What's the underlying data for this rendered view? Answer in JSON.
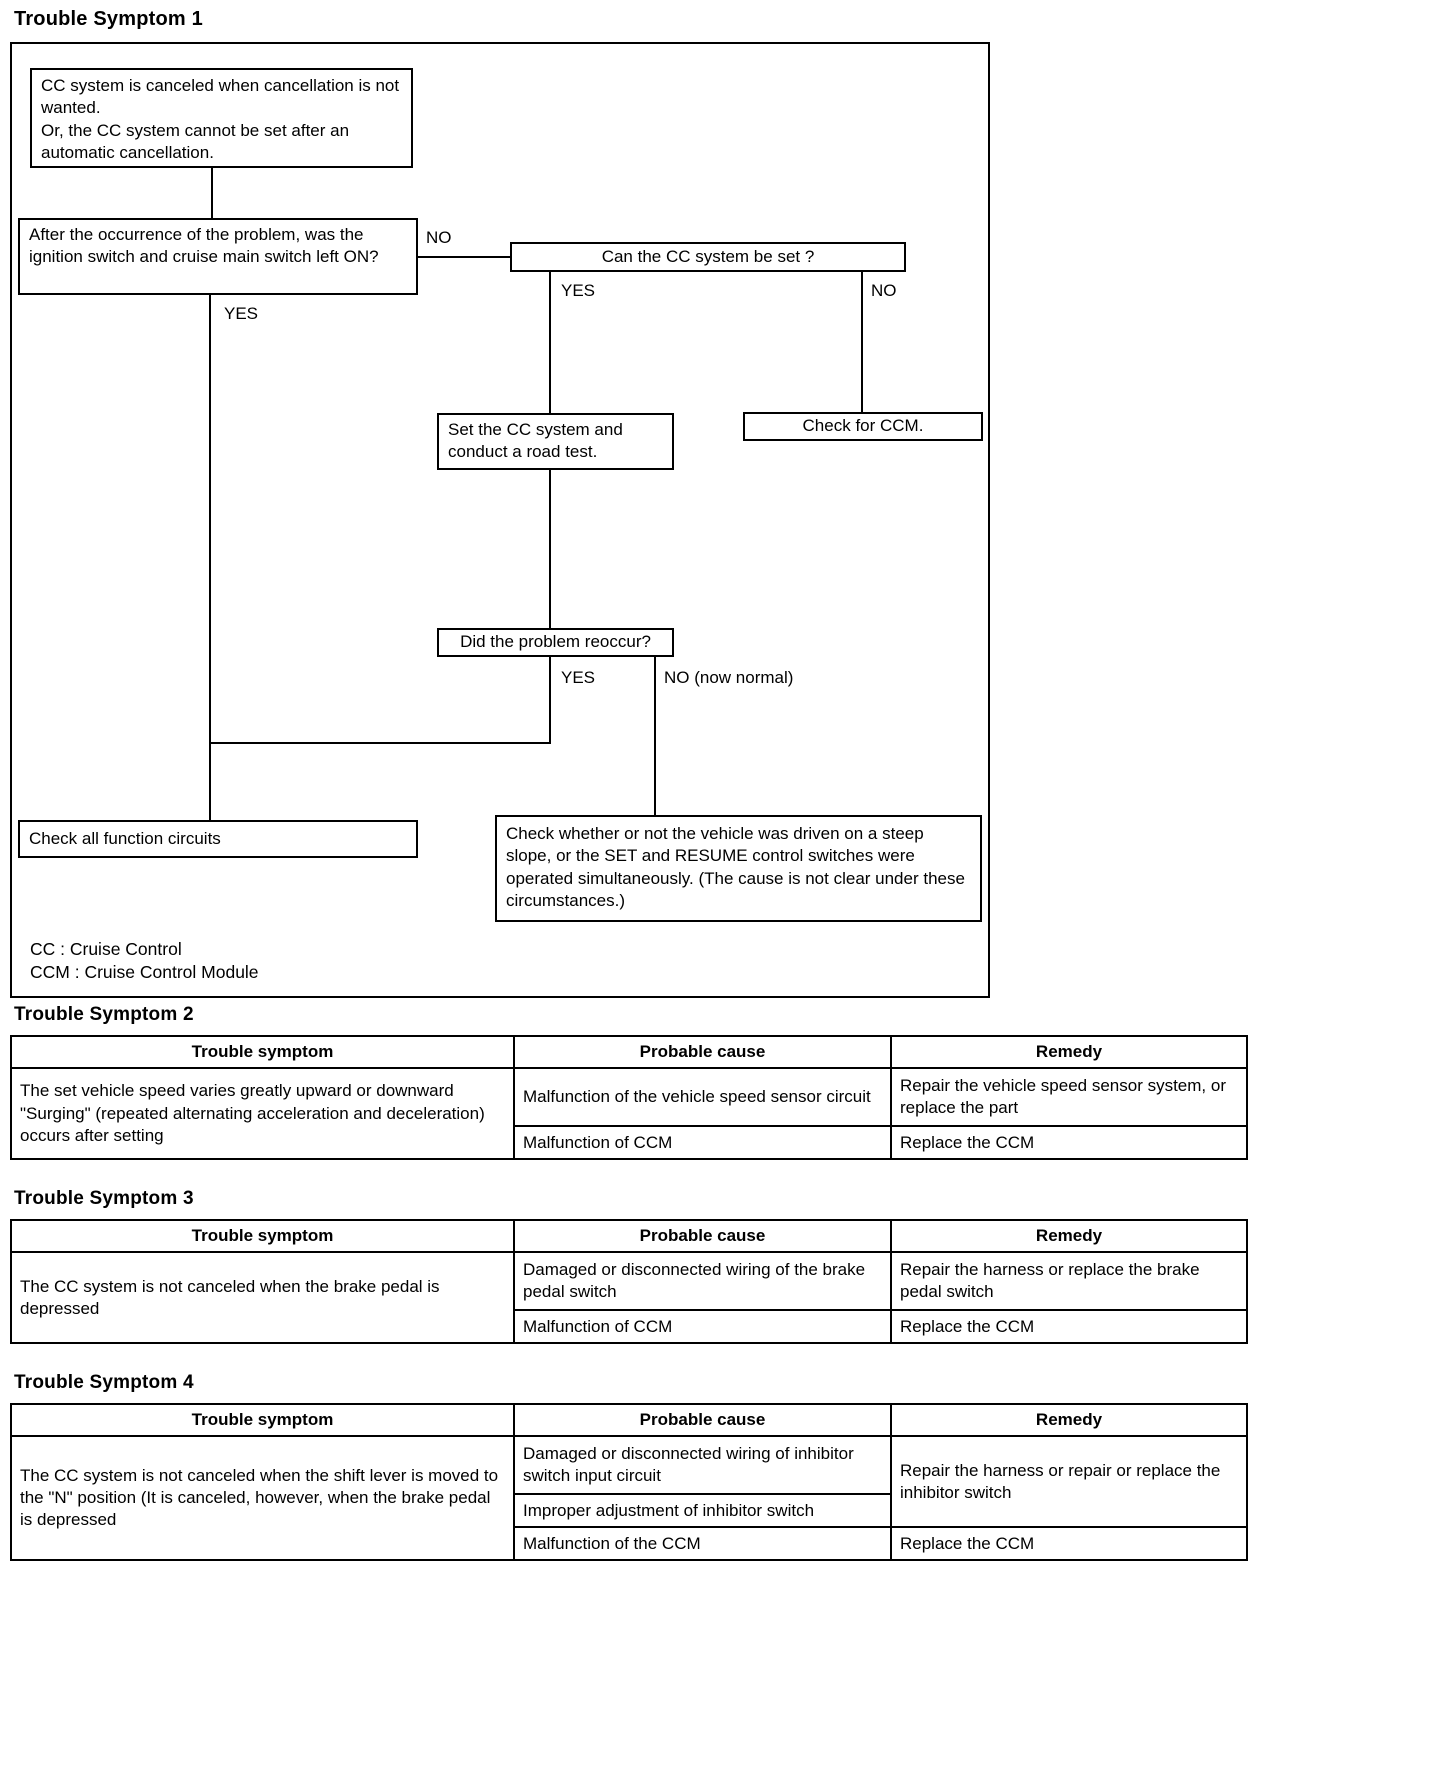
{
  "colors": {
    "line": "#000000",
    "background": "#ffffff",
    "text": "#000000"
  },
  "section1": {
    "heading": "Trouble Symptom 1",
    "flowchart": {
      "node_start": "CC system is canceled when cancellation is not wanted.\nOr, the CC system cannot be set after an automatic cancellation.",
      "node_ignition_question": "After the occurrence of the problem, was the ignition switch and cruise main switch left ON?",
      "node_can_set_question": "Can the CC system be set ?",
      "node_road_test": "Set the CC system and conduct a road test.",
      "node_check_ccm": "Check for CCM.",
      "node_reoccur_question": "Did the problem reoccur?",
      "node_check_circuits": "Check all function circuits",
      "node_steep_slope": "Check whether or not the vehicle was driven on a steep slope, or the SET and RESUME control switches were operated simultaneously. (The cause is not clear under these circumstances.)",
      "label_no_ignition": "NO",
      "label_yes_ignition": "YES",
      "label_yes_can_set": "YES",
      "label_no_can_set": "NO",
      "label_yes_reoccur": "YES",
      "label_no_reoccur": "NO (now normal)",
      "legend_cc": "CC : Cruise Control",
      "legend_ccm": "CCM : Cruise Control Module"
    }
  },
  "section2": {
    "heading": "Trouble Symptom 2",
    "table": {
      "headers": [
        "Trouble symptom",
        "Probable cause",
        "Remedy"
      ],
      "symptom": "The set vehicle speed varies greatly upward or downward \"Surging\" (repeated alternating acceleration and deceleration) occurs after setting",
      "rows": [
        {
          "cause": "Malfunction of the vehicle speed sensor circuit",
          "remedy": "Repair the vehicle speed sensor system, or replace the part"
        },
        {
          "cause": "Malfunction of CCM",
          "remedy": "Replace the CCM"
        }
      ]
    }
  },
  "section3": {
    "heading": "Trouble Symptom 3",
    "table": {
      "headers": [
        "Trouble symptom",
        "Probable cause",
        "Remedy"
      ],
      "symptom": "The CC system is not canceled when the brake pedal is depressed",
      "rows": [
        {
          "cause": "Damaged or disconnected wiring of the brake pedal switch",
          "remedy": "Repair the harness or replace the brake pedal switch"
        },
        {
          "cause": "Malfunction of CCM",
          "remedy": "Replace the CCM"
        }
      ]
    }
  },
  "section4": {
    "heading": "Trouble Symptom 4",
    "table": {
      "headers": [
        "Trouble symptom",
        "Probable cause",
        "Remedy"
      ],
      "symptom": "The CC system is not canceled when the shift lever is moved to the \"N\" position (It is canceled, however, when the brake pedal is depressed",
      "rows": [
        {
          "cause": "Damaged or disconnected wiring of inhibitor switch input circuit",
          "remedy": "Repair the harness or repair or replace the inhibitor switch"
        },
        {
          "cause": "Improper adjustment of inhibitor switch"
        },
        {
          "cause": "Malfunction of the CCM",
          "remedy": "Replace the CCM"
        }
      ]
    }
  }
}
